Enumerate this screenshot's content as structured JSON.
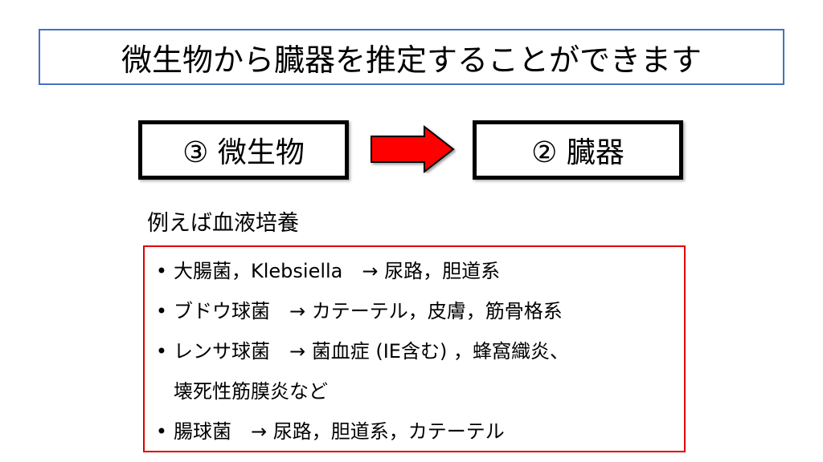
{
  "title": "微生物から臓器を推定することができます",
  "flow": {
    "from": "③ 微生物",
    "to": "② 臓器",
    "arrow_color": "#ff0000"
  },
  "example_label": "例えば血液培養",
  "items": [
    {
      "bullet": "•",
      "text": "大腸菌，Klebsiella　→ 尿路，胆道系"
    },
    {
      "bullet": "•",
      "text": "ブドウ球菌　→ カテーテル，皮膚，筋骨格系"
    },
    {
      "bullet": "•",
      "text": "レンサ球菌　→ 菌血症 (IE含む) ，蜂窩織炎、"
    },
    {
      "bullet": "",
      "text": "壊死性筋膜炎など"
    },
    {
      "bullet": "•",
      "text": "腸球菌　→ 尿路，胆道系，カテーテル"
    }
  ]
}
